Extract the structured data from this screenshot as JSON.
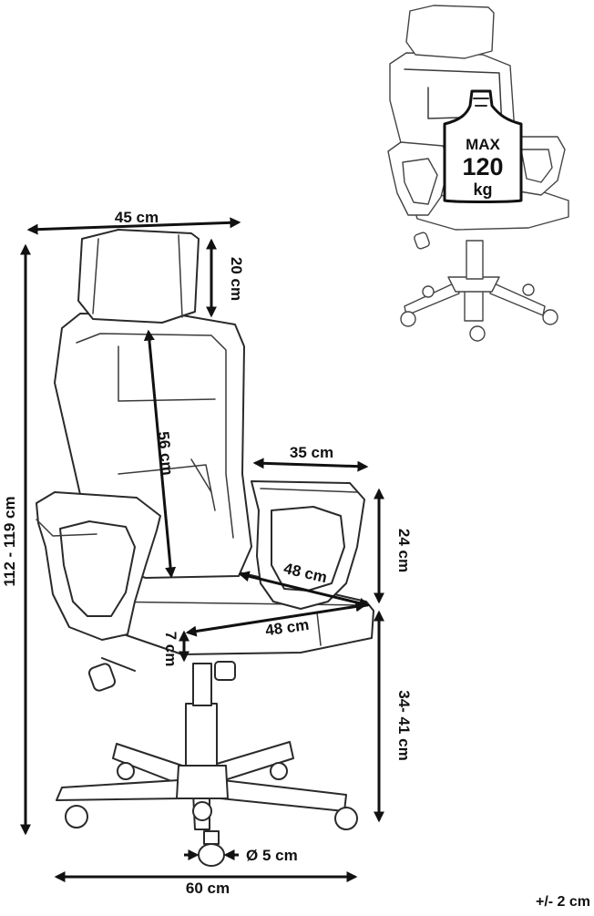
{
  "dimensions": {
    "total_height": "112 - 119 cm",
    "width": "45 cm",
    "headrest_height": "20 cm",
    "backrest_height": "56 cm",
    "armrest_length": "35 cm",
    "armrest_height": "24 cm",
    "seat_depth": "48 cm",
    "seat_width": "48 cm",
    "seat_thickness": "7 cm",
    "seat_height": "34- 41 cm",
    "base_diameter": "60 cm",
    "wheel_diameter": "Ø 5 cm"
  },
  "load_badge": {
    "line1": "MAX",
    "line2": "120",
    "line3": "kg"
  },
  "tolerance": "+/- 2 cm"
}
